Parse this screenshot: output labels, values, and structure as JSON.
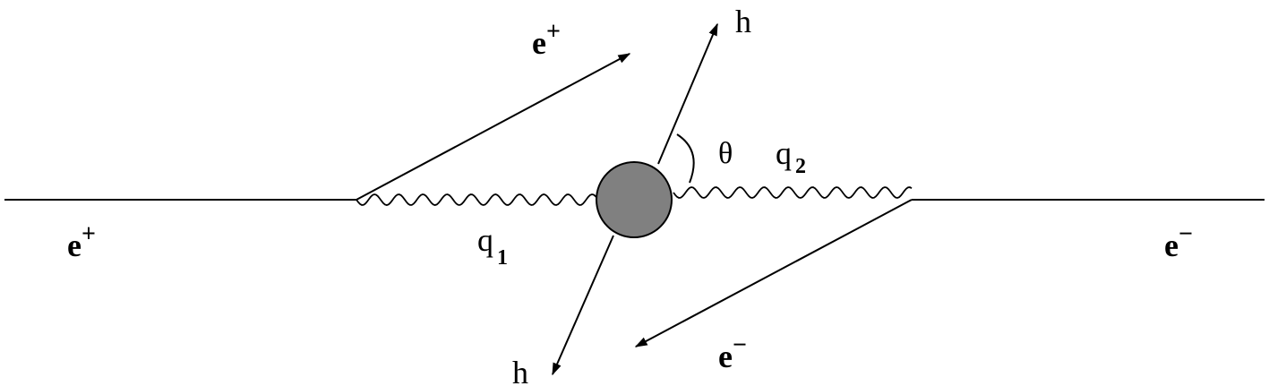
{
  "labels": {
    "e_plus_incoming": {
      "base": "e",
      "sup": "+"
    },
    "e_plus_outgoing": {
      "base": "e",
      "sup": "+"
    },
    "e_minus_incoming": {
      "base": "e",
      "sup": "−"
    },
    "e_minus_outgoing": {
      "base": "e",
      "sup": "−"
    },
    "hadron_top": "h",
    "hadron_bottom": "h",
    "q1": {
      "base": "q",
      "sub": "1"
    },
    "q2": {
      "base": "q",
      "sub": "2"
    },
    "angle": "θ"
  },
  "colors": {
    "line": "#000000",
    "blob": "#808080",
    "background": "#ffffff"
  }
}
